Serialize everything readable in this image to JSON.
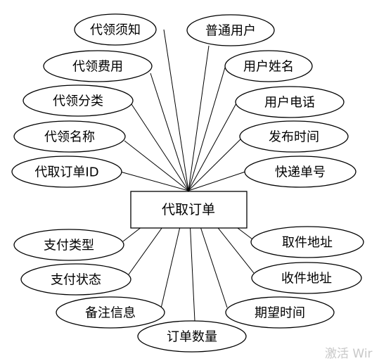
{
  "entity": {
    "label": "代取订单"
  },
  "attributes": [
    {
      "id": "guide",
      "label": "代领须知"
    },
    {
      "id": "normal-user",
      "label": "普通用户"
    },
    {
      "id": "fee",
      "label": "代领费用"
    },
    {
      "id": "user-name",
      "label": "用户姓名"
    },
    {
      "id": "category",
      "label": "代领分类"
    },
    {
      "id": "user-phone",
      "label": "用户电话"
    },
    {
      "id": "item-name",
      "label": "代领名称"
    },
    {
      "id": "publish-time",
      "label": "发布时间"
    },
    {
      "id": "order-id",
      "label": "代取订单ID"
    },
    {
      "id": "tracking-no",
      "label": "快递单号"
    },
    {
      "id": "pay-type",
      "label": "支付类型"
    },
    {
      "id": "pickup-address",
      "label": "取件地址"
    },
    {
      "id": "pay-status",
      "label": "支付状态"
    },
    {
      "id": "delivery-address",
      "label": "收件地址"
    },
    {
      "id": "remark",
      "label": "备注信息"
    },
    {
      "id": "expected-time",
      "label": "期望时间"
    },
    {
      "id": "order-quantity",
      "label": "订单数量"
    }
  ],
  "watermark": "激活 Wir"
}
